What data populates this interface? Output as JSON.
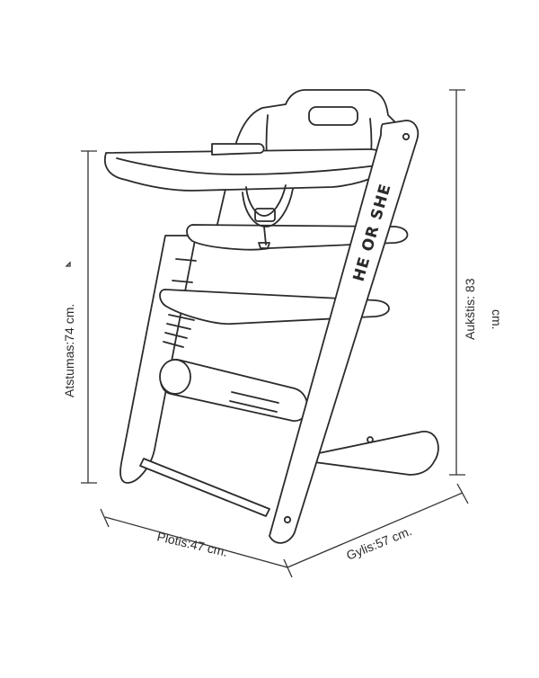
{
  "brand_text": "HE OR SHE",
  "dimensions": {
    "height_label": "Aukštis: 83",
    "height_unit": "cm.",
    "distance_label": "Atstumas:74 cm.",
    "width_label": "Plotis:47 cm.",
    "depth_label": "Gylis:57 cm."
  }
}
